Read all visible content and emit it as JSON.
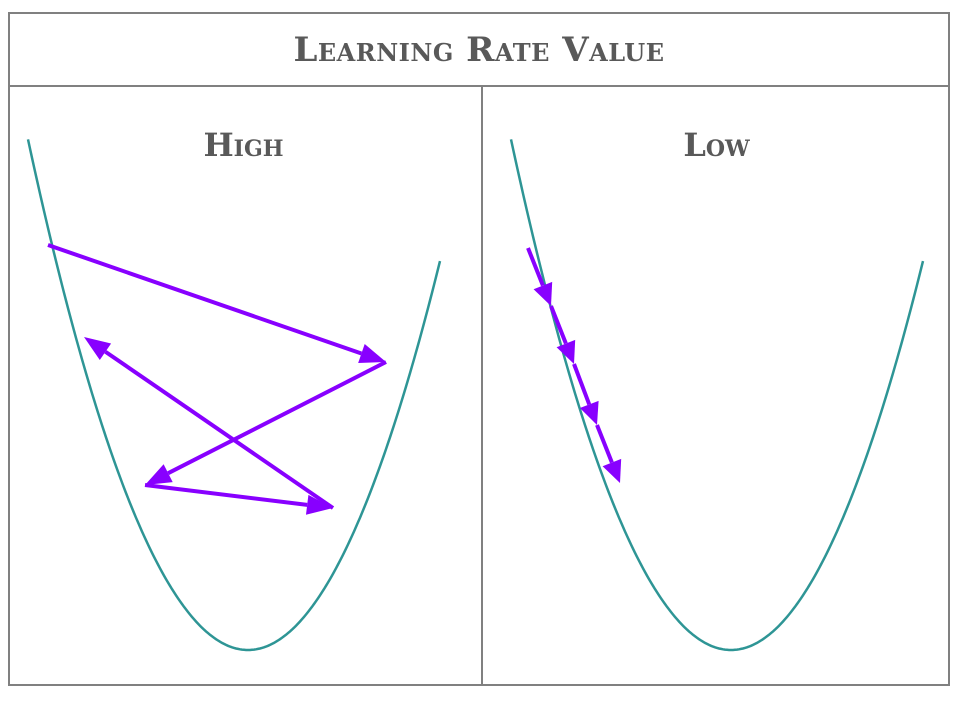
{
  "title": "Learning Rate Value",
  "panels": [
    {
      "label": "High"
    },
    {
      "label": "Low"
    }
  ],
  "colors": {
    "curve": "#2e9595",
    "arrow": "#8800ff",
    "border": "#808080",
    "text": "#595959"
  }
}
